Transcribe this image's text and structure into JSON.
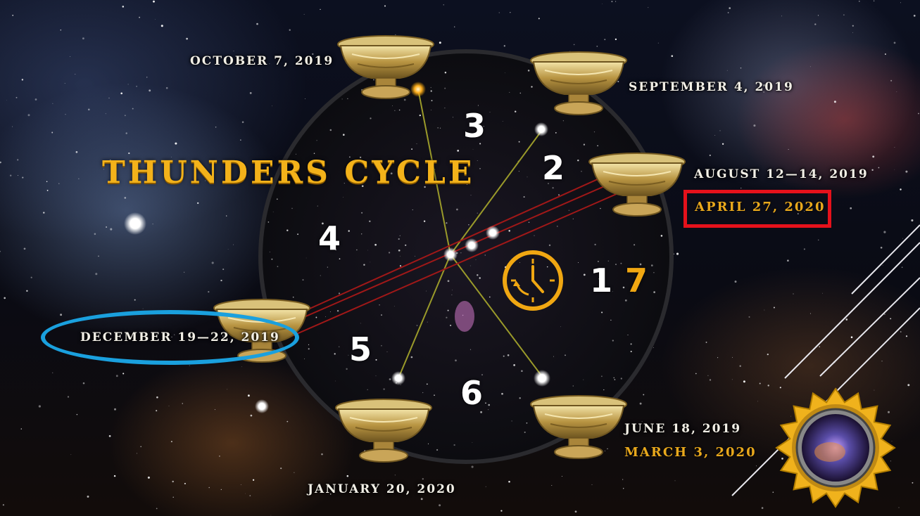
{
  "title": "Thunders Cycle",
  "dates": {
    "october": "October 7, 2019",
    "september": "September 4, 2019",
    "august": "August 12—14, 2019",
    "april": "April 27, 2020",
    "december": "December 19—22, 2019",
    "january": "January 20, 2020",
    "june": "June 18, 2019",
    "march": "March 3, 2020"
  },
  "numbers": {
    "n1": "1",
    "n2": "2",
    "n3": "3",
    "n4": "4",
    "n5": "5",
    "n6": "6",
    "n7": "7"
  },
  "colors": {
    "gold": "#e8a81c",
    "highlight_box": "#e5111b",
    "highlight_oval": "#1aa0de",
    "line": "#9a9a2a",
    "red_line": "#a01818"
  },
  "icons": {
    "clock": "clock-icon",
    "bowl": "golden-bowl-icon",
    "emblem": "sunburst-emblem-icon"
  }
}
